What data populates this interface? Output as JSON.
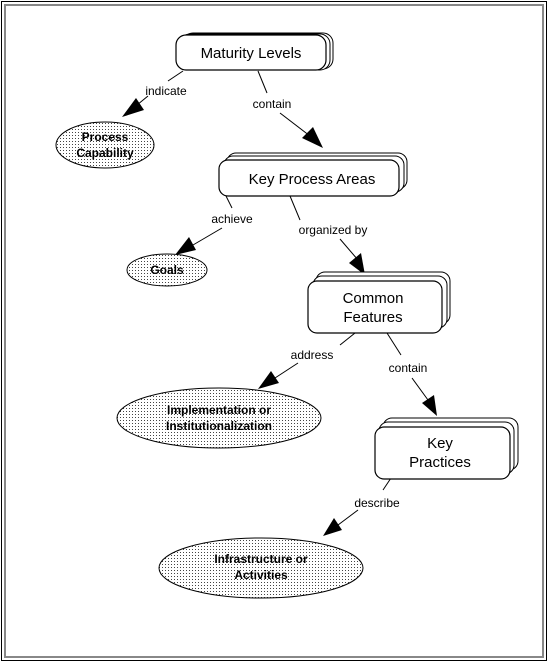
{
  "nodes": {
    "maturity_levels": {
      "lines": [
        "Maturity Levels"
      ]
    },
    "key_process_areas": {
      "lines": [
        "Key Process Areas"
      ]
    },
    "common_features": {
      "lines": [
        "Common",
        "Features"
      ]
    },
    "key_practices": {
      "lines": [
        "Key",
        "Practices"
      ]
    },
    "process_capability": {
      "lines": [
        "Process",
        "Capability"
      ]
    },
    "goals": {
      "lines": [
        "Goals"
      ]
    },
    "implementation": {
      "lines": [
        "Implementation or",
        "Institutionalization"
      ]
    },
    "infrastructure": {
      "lines": [
        "Infrastructure or",
        "Activities"
      ]
    }
  },
  "edges": {
    "indicate": "indicate",
    "contain_kpa": "contain",
    "achieve": "achieve",
    "organized_by": "organized by",
    "address": "address",
    "contain_kp": "contain",
    "describe": "describe"
  }
}
